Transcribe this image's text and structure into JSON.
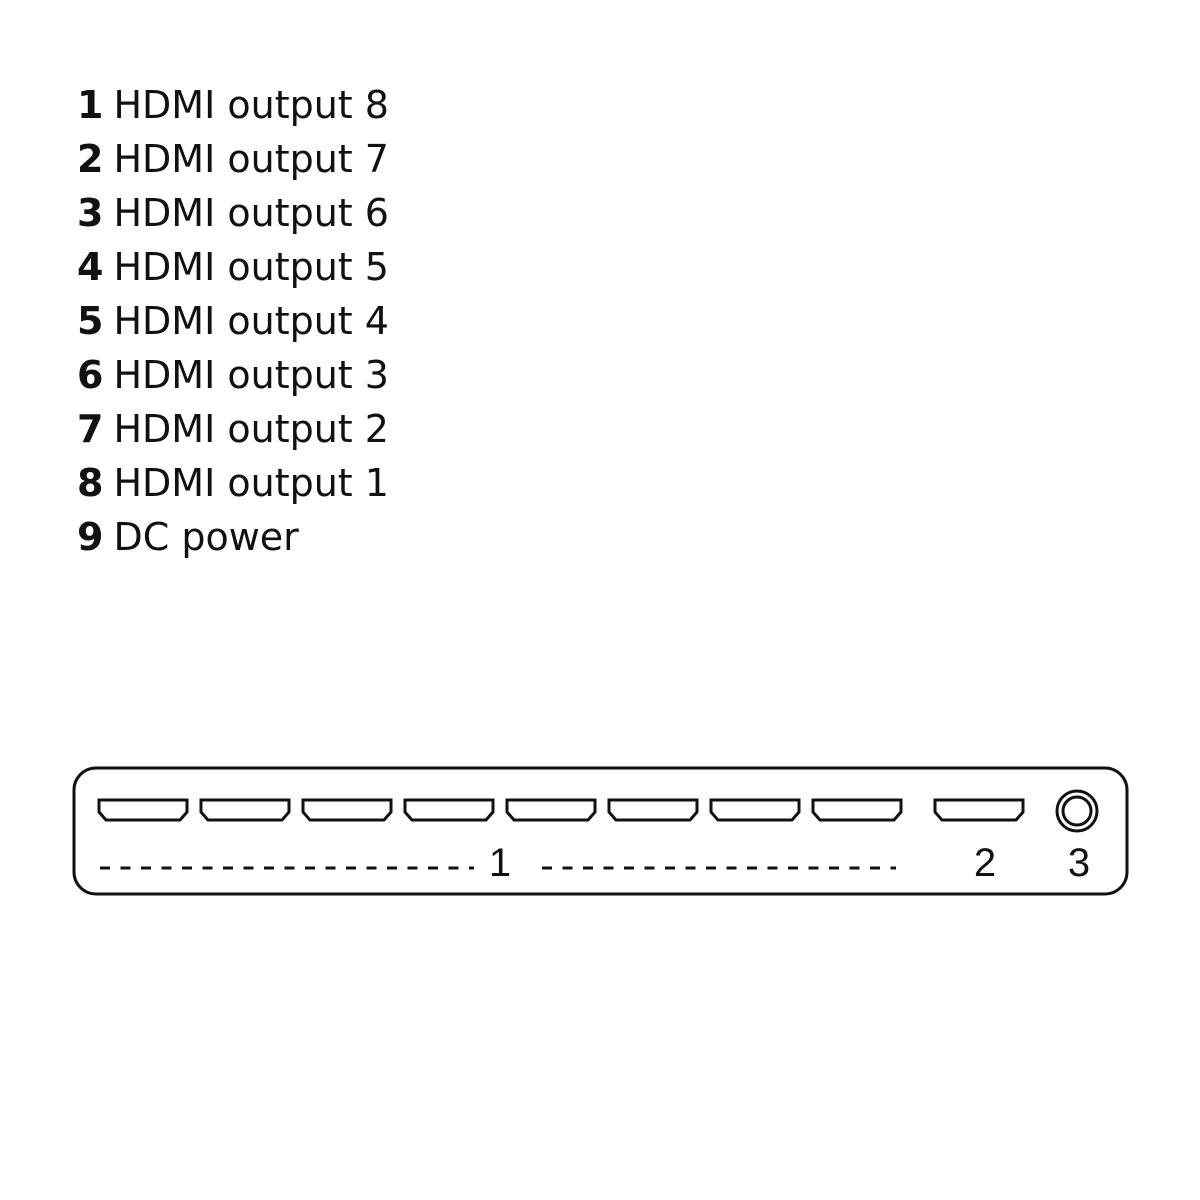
{
  "legend": [
    {
      "number": "1",
      "label": "HDMI output 8"
    },
    {
      "number": "2",
      "label": "HDMI output 7"
    },
    {
      "number": "3",
      "label": "HDMI output 6"
    },
    {
      "number": "4",
      "label": "HDMI output 5"
    },
    {
      "number": "5",
      "label": "HDMI output 4"
    },
    {
      "number": "6",
      "label": "HDMI output 3"
    },
    {
      "number": "7",
      "label": "HDMI output 2"
    },
    {
      "number": "8",
      "label": "HDMI output 1"
    },
    {
      "number": "9",
      "label": "DC power"
    }
  ],
  "device": {
    "callouts": [
      "1",
      "2",
      "3"
    ],
    "hdmi_port_count": 9,
    "line_color": "#111111"
  }
}
